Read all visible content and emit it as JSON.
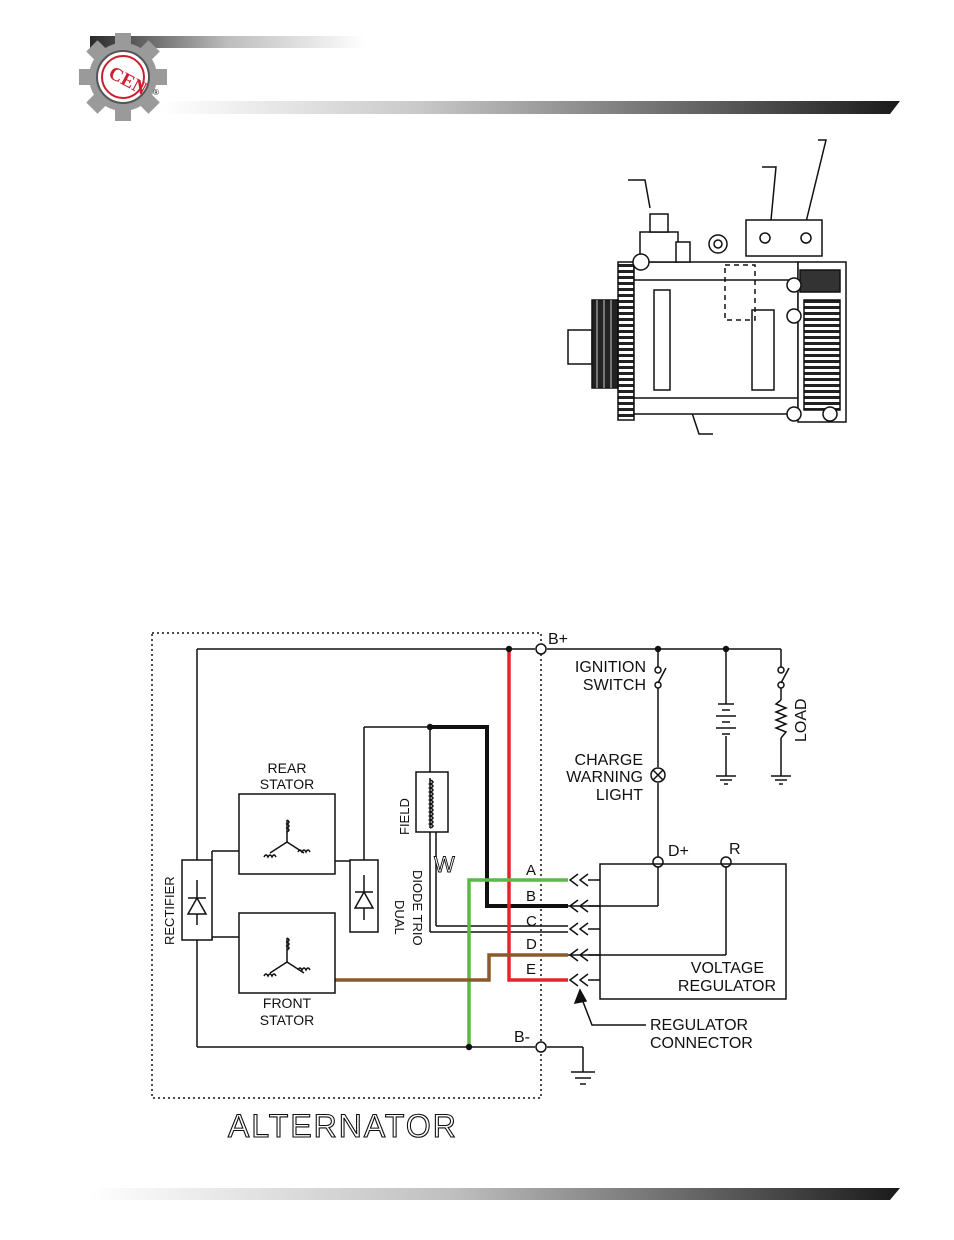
{
  "logo": {
    "text": "CEN",
    "mark": "®"
  },
  "labels": {
    "b_plus": "B+",
    "b_minus": "B-",
    "ignition_1": "IGNITION",
    "ignition_2": "SWITCH",
    "charge_1": "CHARGE",
    "charge_2": "WARNING",
    "charge_3": "LIGHT",
    "load": "LOAD",
    "rear_stator_1": "REAR",
    "rear_stator_2": "STATOR",
    "front_stator_1": "FRONT",
    "front_stator_2": "STATOR",
    "rectifier": "RECTIFIER",
    "field": "FIELD",
    "dual": "DUAL",
    "diode_trio": "DIODE TRIO",
    "w": "W",
    "pin_a": "A",
    "pin_b": "B",
    "pin_c": "C",
    "pin_d": "D",
    "pin_e": "E",
    "d_plus": "D+",
    "r": "R",
    "vr_1": "VOLTAGE",
    "vr_2": "REGULATOR",
    "conn_1": "REGULATOR",
    "conn_2": "CONNECTOR",
    "alternator": "ALTERNATOR"
  },
  "colors": {
    "red_wire": "#e0262b",
    "green_wire": "#5cb848",
    "brown_wire": "#8b5a2b",
    "black_wire": "#111111",
    "logo_red": "#c8202f"
  }
}
